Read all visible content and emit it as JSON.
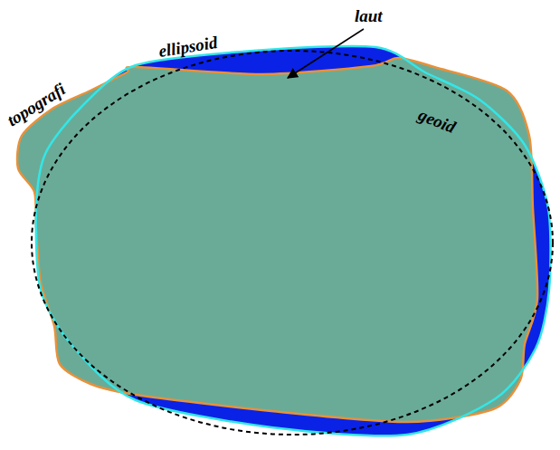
{
  "diagram": {
    "labels": [
      "laut",
      "ellipsoid",
      "topografi",
      "geoid"
    ]
  }
}
